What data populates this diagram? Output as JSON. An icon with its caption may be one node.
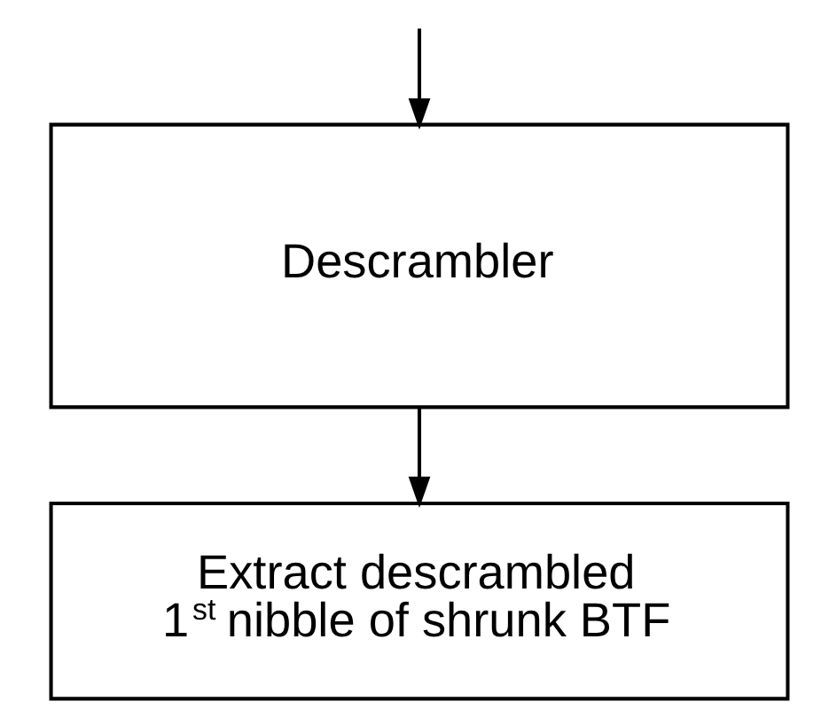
{
  "diagram": {
    "nodes": [
      {
        "text": [
          "Descrambler"
        ]
      },
      {
        "text": [
          "Extract descrambled 1$^{st}$ nibble of shrunk BTF"
        ]
      }
    ],
    "edges": [
      {
        "from": null,
        "to": 0,
        "arrow": "to"
      },
      {
        "from": 0,
        "to": 1,
        "arrow": "to"
      }
    ]
  }
}
